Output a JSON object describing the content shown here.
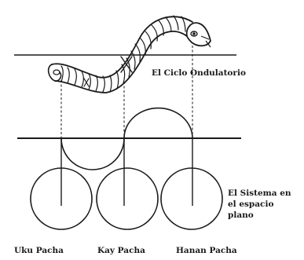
{
  "diagram": {
    "top_label": "El Ciclo Ondulatorio",
    "side_label": {
      "line1": "El Sistema en",
      "line2": "el espacio",
      "line3": "plano"
    },
    "bottom_labels": [
      "Uku Pacha",
      "Kay Pacha",
      "Hanan Pacha"
    ]
  }
}
